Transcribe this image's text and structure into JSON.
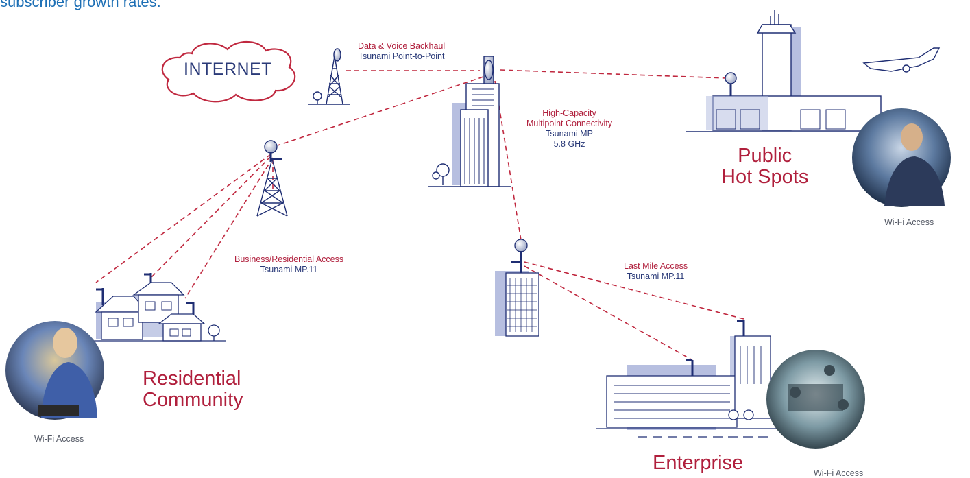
{
  "intro_text": "subscriber growth rates.",
  "internet_label": "INTERNET",
  "links": {
    "backhaul": {
      "title": "Data & Voice Backhaul",
      "product": "Tsunami Point-to-Point"
    },
    "multipoint": {
      "title_line1": "High-Capacity",
      "title_line2": "Multipoint Connectivity",
      "product": "Tsunami MP",
      "frequency": "5.8 GHz"
    },
    "residential": {
      "title": "Business/Residential Access",
      "product": "Tsunami MP.11"
    },
    "last_mile": {
      "title": "Last Mile Access",
      "product": "Tsunami MP.11"
    }
  },
  "sites": {
    "hotspots": {
      "line1": "Public",
      "line2": "Hot Spots",
      "access": "Wi-Fi Access"
    },
    "residential": {
      "line1": "Residential",
      "line2": "Community",
      "access": "Wi-Fi Access"
    },
    "enterprise": {
      "line1": "Enterprise",
      "access": "Wi-Fi Access"
    }
  },
  "colors": {
    "link": "#c0283f",
    "structure": "#1f2e73",
    "structure_fill": "#b7bfe0",
    "label_red": "#b01f3c",
    "label_blue": "#2a3a78"
  }
}
